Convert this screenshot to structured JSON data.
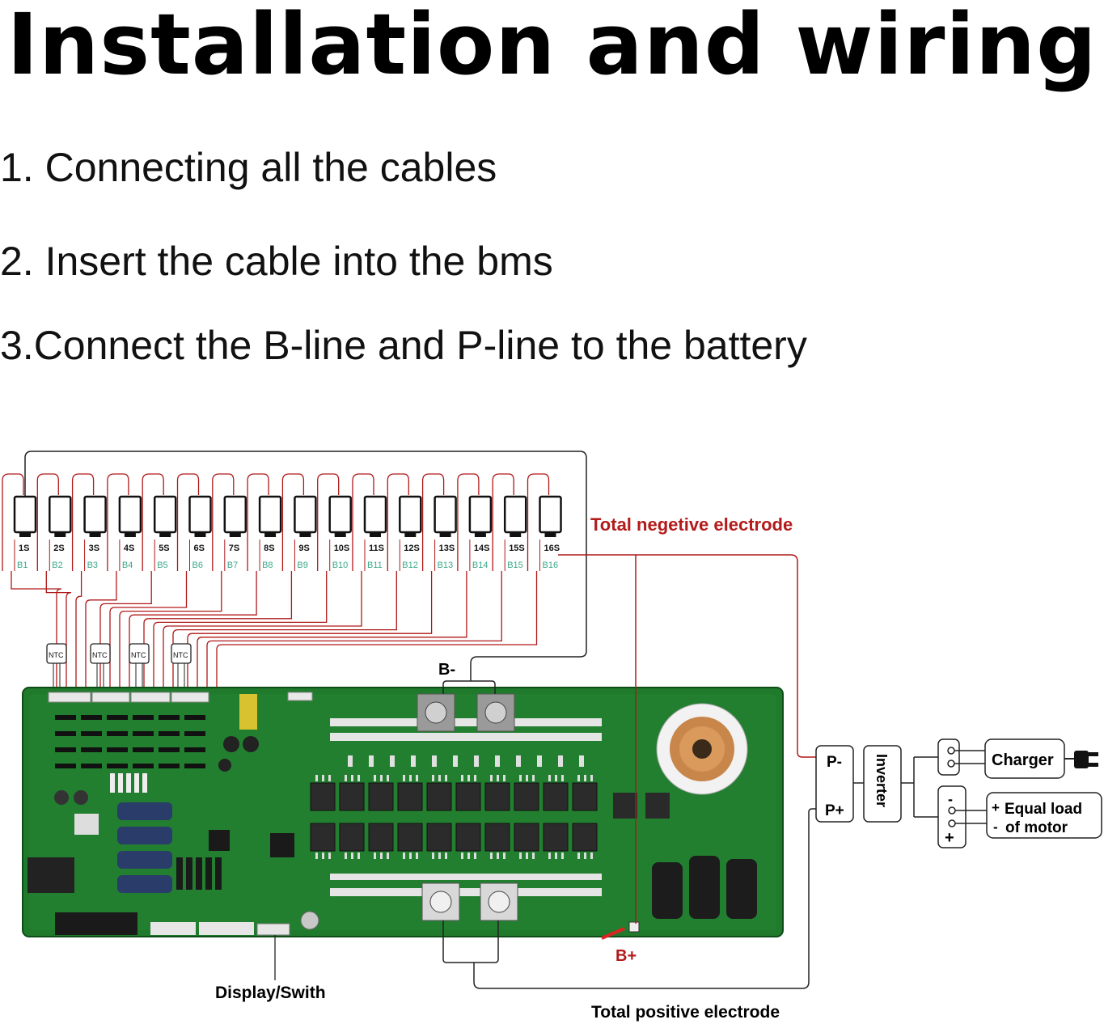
{
  "title": "Installation and wiring",
  "steps": [
    "1. Connecting all the cables",
    "2. Insert the cable into the bms",
    "3.Connect the B-line and P-line to the battery"
  ],
  "cells": {
    "series_labels": [
      "1S",
      "2S",
      "3S",
      "4S",
      "5S",
      "6S",
      "7S",
      "8S",
      "9S",
      "10S",
      "11S",
      "12S",
      "13S",
      "14S",
      "15S",
      "16S"
    ],
    "balance_labels": [
      "B1",
      "B2",
      "B3",
      "B4",
      "B5",
      "B6",
      "B7",
      "B8",
      "B9",
      "B10",
      "B11",
      "B12",
      "B13",
      "B14",
      "B15",
      "B16"
    ]
  },
  "ntc_labels": [
    "NTC",
    "NTC",
    "NTC",
    "NTC"
  ],
  "labels": {
    "total_negative": "Total negetive electrode",
    "b_minus": "B-",
    "b_plus": "B+",
    "p_minus": "P-",
    "p_plus": "P+",
    "inverter": "Inverter",
    "charger": "Charger",
    "load_line1": "Equal load",
    "load_line2": "of motor",
    "load_plus": "+",
    "load_minus": "-",
    "display_switch": "Display/Swith",
    "total_positive": "Total positive electrode"
  },
  "colors": {
    "wire_red": "#b01818",
    "label_red": "#b31b1b",
    "balance_green": "#3aa88a",
    "pcb_green": "#1f7a2c",
    "pcb_dark": "#155e20",
    "wire_black": "#222222"
  }
}
